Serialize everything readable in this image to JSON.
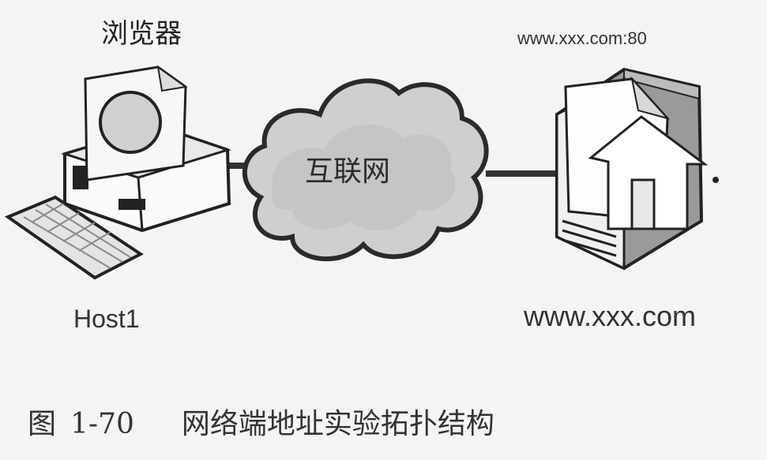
{
  "nodes": {
    "browser_label": "浏览器",
    "host_label": "Host1",
    "internet_label": "互联网",
    "server_port_label": "www.xxx.com:80",
    "server_label": "www.xxx.com"
  },
  "caption": {
    "prefix": "图",
    "number": "1-70",
    "title": "网络端地址实验拓扑结构"
  }
}
